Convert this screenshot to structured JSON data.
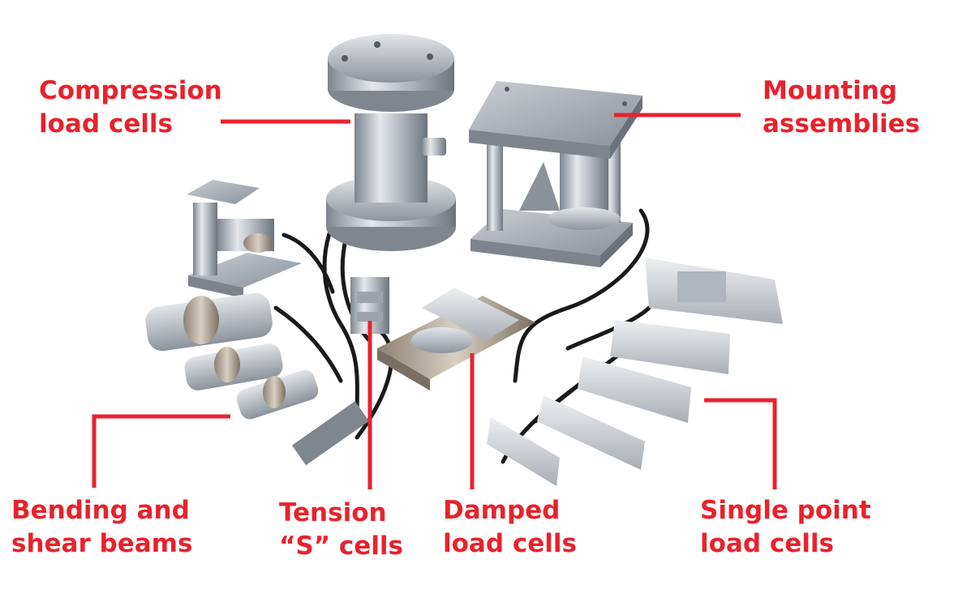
{
  "colors": {
    "accent_red": "#e8222c",
    "steel_light": "#d9dde2",
    "steel_mid": "#a9b0b8",
    "steel_dark": "#6f7780",
    "cable": "#1a1a1a"
  },
  "labels": {
    "compression": [
      "Compression",
      "load cells"
    ],
    "mounting": [
      "Mounting",
      "assemblies"
    ],
    "bending": [
      "Bending and",
      "shear beams"
    ],
    "tension": [
      "Tension",
      "“S” cells"
    ],
    "damped": [
      "Damped",
      "load cells"
    ],
    "single": [
      "Single point",
      "load cells"
    ]
  }
}
